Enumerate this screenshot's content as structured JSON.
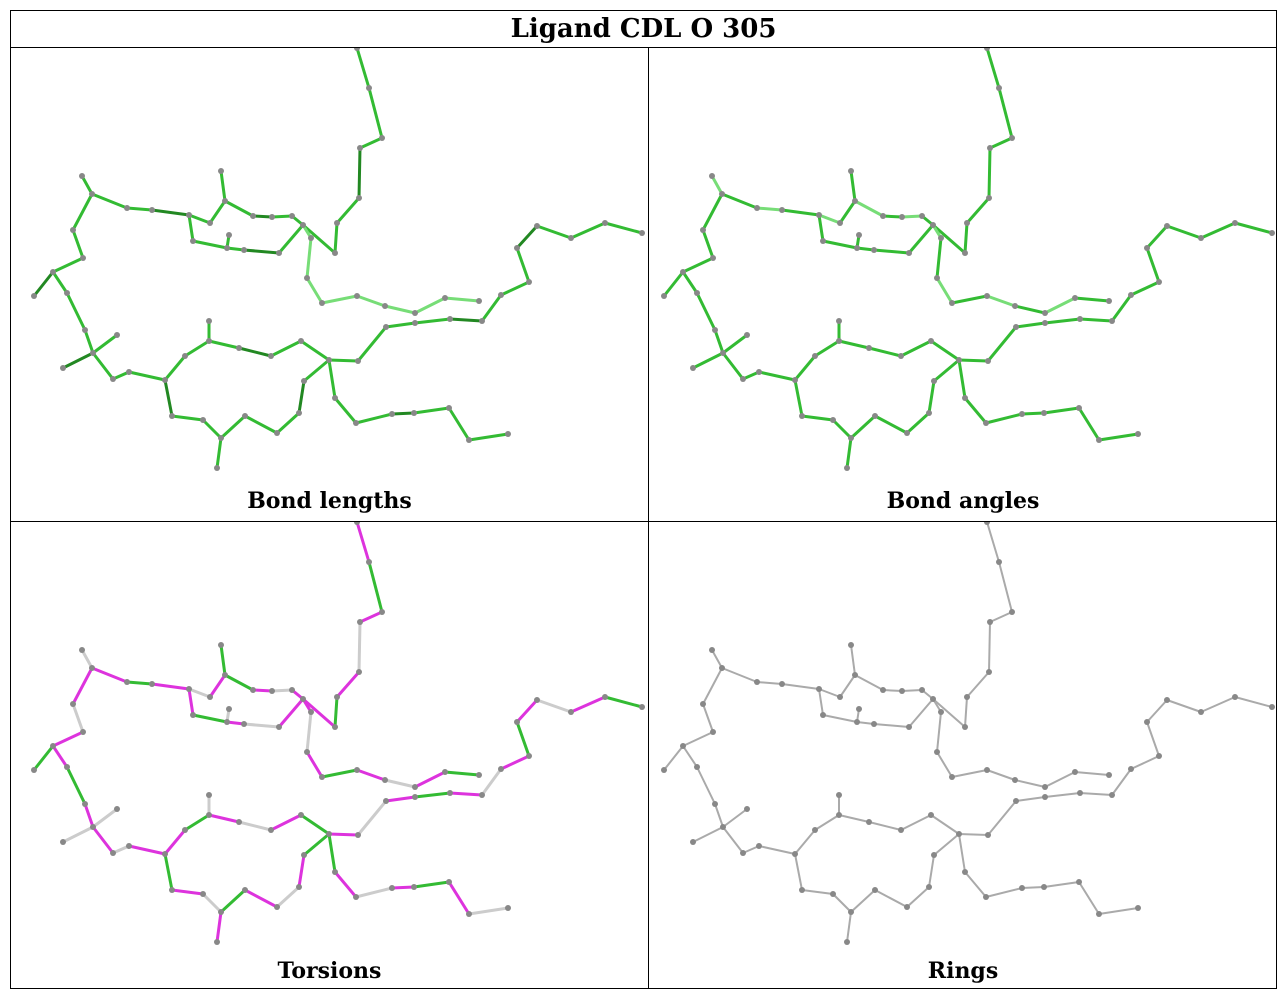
{
  "title": "Ligand CDL O 305",
  "panels": [
    {
      "caption": "Bond lengths",
      "scheme": "lengths"
    },
    {
      "caption": "Bond angles",
      "scheme": "angles"
    },
    {
      "caption": "Torsions",
      "scheme": "torsions"
    },
    {
      "caption": "Rings",
      "scheme": "rings"
    }
  ],
  "colors": {
    "ok_green": "#33bb33",
    "light_green": "#77dd77",
    "dark_green": "#228822",
    "torsion_outlier": "#dd33dd",
    "rings_gray": "#aaaaaa",
    "atom_gray": "#888888",
    "neutral_gray": "#cccccc"
  }
}
